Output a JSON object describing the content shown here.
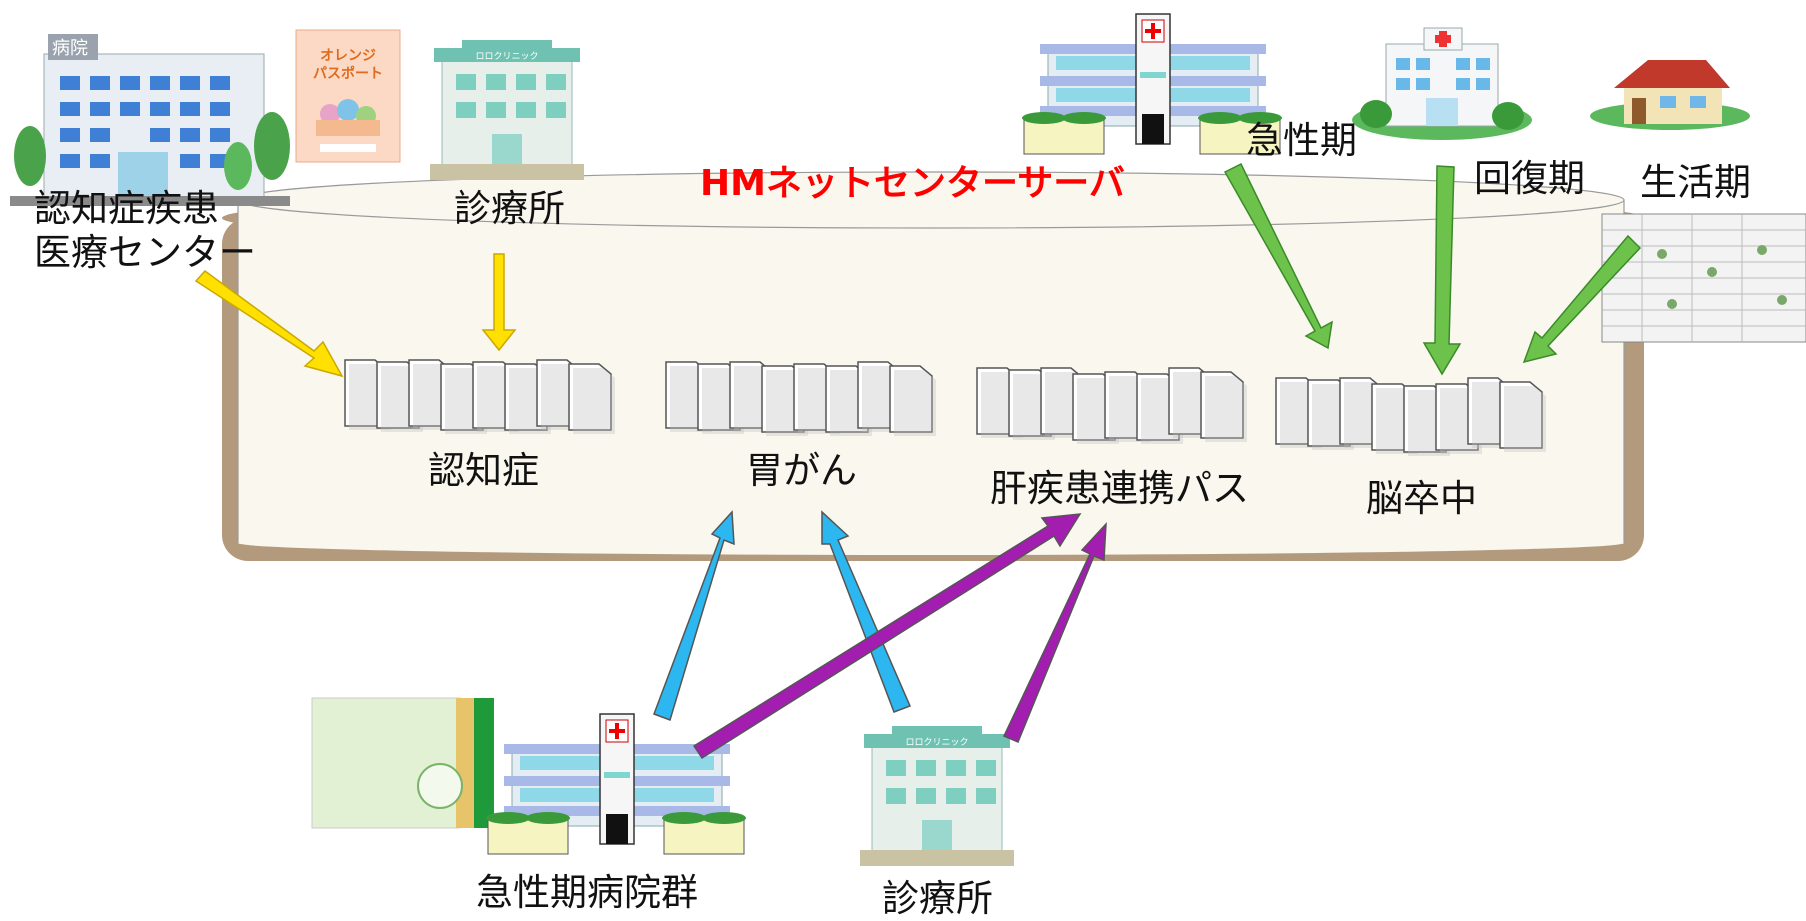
{
  "server": {
    "title": "HMネットセンターサーバ"
  },
  "top_sources": {
    "dementia_center": {
      "line1": "認知症疾患",
      "line2": "医療センター",
      "sign": "病院"
    },
    "top_clinic": {
      "label": "診療所",
      "sign": "ロロクリニック"
    },
    "orange_booklet": {
      "title": "オレンジ\nパスポート"
    },
    "acute_label": "急性期",
    "recovery_label": "回復期",
    "living_label": "生活期"
  },
  "pathways": [
    {
      "id": "dementia",
      "label": "認知症"
    },
    {
      "id": "gastric",
      "label": "胃がん"
    },
    {
      "id": "liver",
      "label": "肝疾患連携パス"
    },
    {
      "id": "stroke",
      "label": "脳卒中"
    }
  ],
  "bottom_sources": {
    "acute_hospitals": {
      "label": "急性期病院群"
    },
    "bottom_clinic": {
      "label": "診療所",
      "sign": "ロロクリニック"
    }
  },
  "colors": {
    "yellow_arrow": "#ffe000",
    "green_arrow": "#6cc24a",
    "blue_arrow": "#2db7f0",
    "purple_arrow": "#a31db0",
    "cylinder_fill": "#f9f7ee",
    "cylinder_shadow": "#b39a7c",
    "title_red": "#ff0000"
  }
}
